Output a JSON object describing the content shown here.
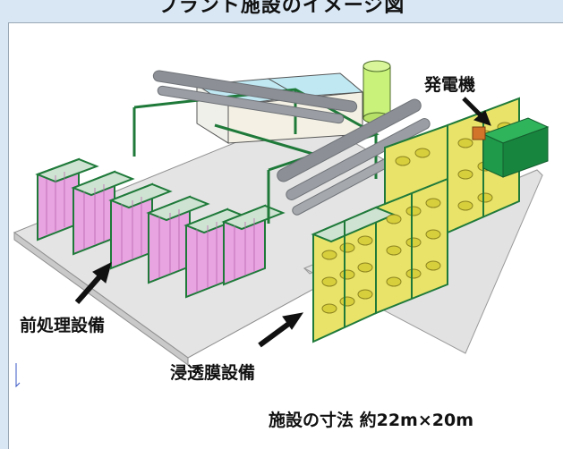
{
  "title": "プラント施設のイメージ図",
  "labels": {
    "generator": "発電機",
    "pretreatment": "前処理設備",
    "ro_membrane": "浸透膜設備",
    "dimensions": "施設の寸法  約22m×20m"
  },
  "colors": {
    "frame_steel": "#1f7a3a",
    "pretreat_filters": "#e7a4e0",
    "ro_vessels": "#e9e36a",
    "pipes": "#8c8f95",
    "base_slab": "#e4e4e4",
    "water_tank": "#c8f27a",
    "pool_water": "#bfe8f3",
    "generator_body": "#1e9a4a"
  }
}
